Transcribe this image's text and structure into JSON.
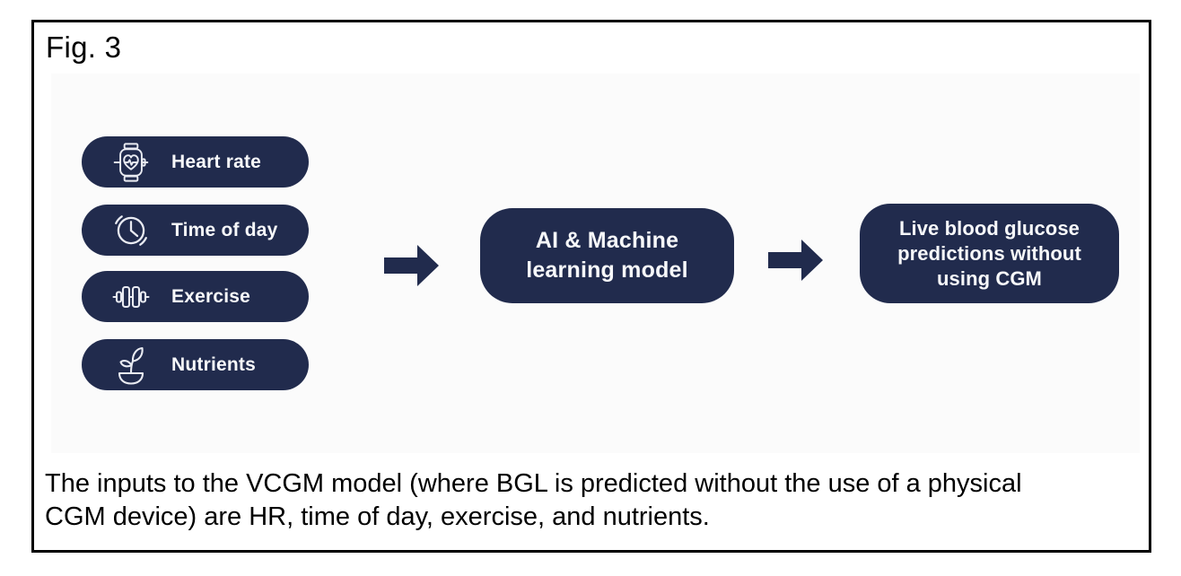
{
  "figure_label": "Fig. 3",
  "diagram": {
    "inputs": [
      {
        "label": "Heart rate",
        "icon": "smartwatch-heart-rate-icon"
      },
      {
        "label": "Time of day",
        "icon": "clock-icon"
      },
      {
        "label": "Exercise",
        "icon": "dumbbell-icon"
      },
      {
        "label": "Nutrients",
        "icon": "nutrient-bowl-icon"
      }
    ],
    "model_box": {
      "line1": "AI & Machine",
      "line2": "learning model"
    },
    "output_box": {
      "line1": "Live blood glucose",
      "line2": "predictions without",
      "line3": "using CGM"
    }
  },
  "caption": {
    "line1": "The inputs to the VCGM model (where BGL is predicted without the use of a physical",
    "line2": "CGM device) are HR, time of day, exercise, and nutrients."
  },
  "colors": {
    "node_background": "#212b4d",
    "node_text": "#f7f8fa",
    "panel_background": "#fbfbfb",
    "arrow": "#212b4d",
    "frame_border": "#000000"
  }
}
